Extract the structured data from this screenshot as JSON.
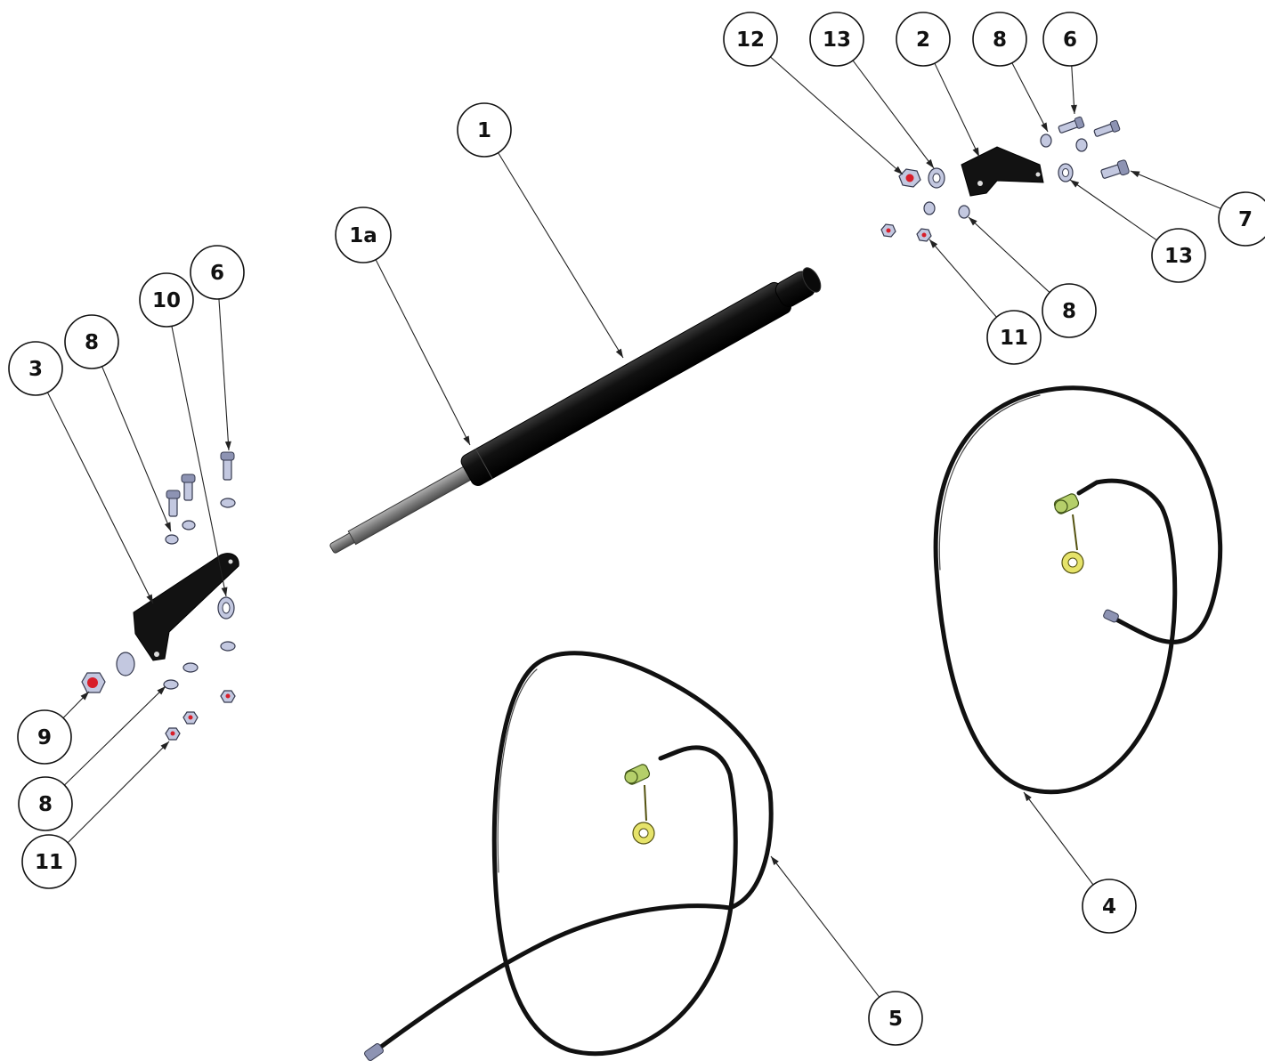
{
  "callouts": [
    {
      "id": "1",
      "label": "1"
    },
    {
      "id": "1a",
      "label": "1a"
    },
    {
      "id": "2",
      "label": "2"
    },
    {
      "id": "3",
      "label": "3"
    },
    {
      "id": "4",
      "label": "4"
    },
    {
      "id": "5",
      "label": "5"
    },
    {
      "id": "6r",
      "label": "6"
    },
    {
      "id": "6l",
      "label": "6"
    },
    {
      "id": "7",
      "label": "7"
    },
    {
      "id": "8rt",
      "label": "8"
    },
    {
      "id": "8rb",
      "label": "8"
    },
    {
      "id": "8lt",
      "label": "8"
    },
    {
      "id": "8lb",
      "label": "8"
    },
    {
      "id": "9",
      "label": "9"
    },
    {
      "id": "10",
      "label": "10"
    },
    {
      "id": "11r",
      "label": "11"
    },
    {
      "id": "11l",
      "label": "11"
    },
    {
      "id": "12",
      "label": "12"
    },
    {
      "id": "13t",
      "label": "13"
    },
    {
      "id": "13b",
      "label": "13"
    }
  ],
  "colors": {
    "line": "#111111",
    "hardware": "#c3c8e0",
    "nylock_insert": "#d81e2a",
    "terminal_yellow": "#e6e36a",
    "terminal_green": "#b5cf6a",
    "rod": "#8a8a8a"
  }
}
